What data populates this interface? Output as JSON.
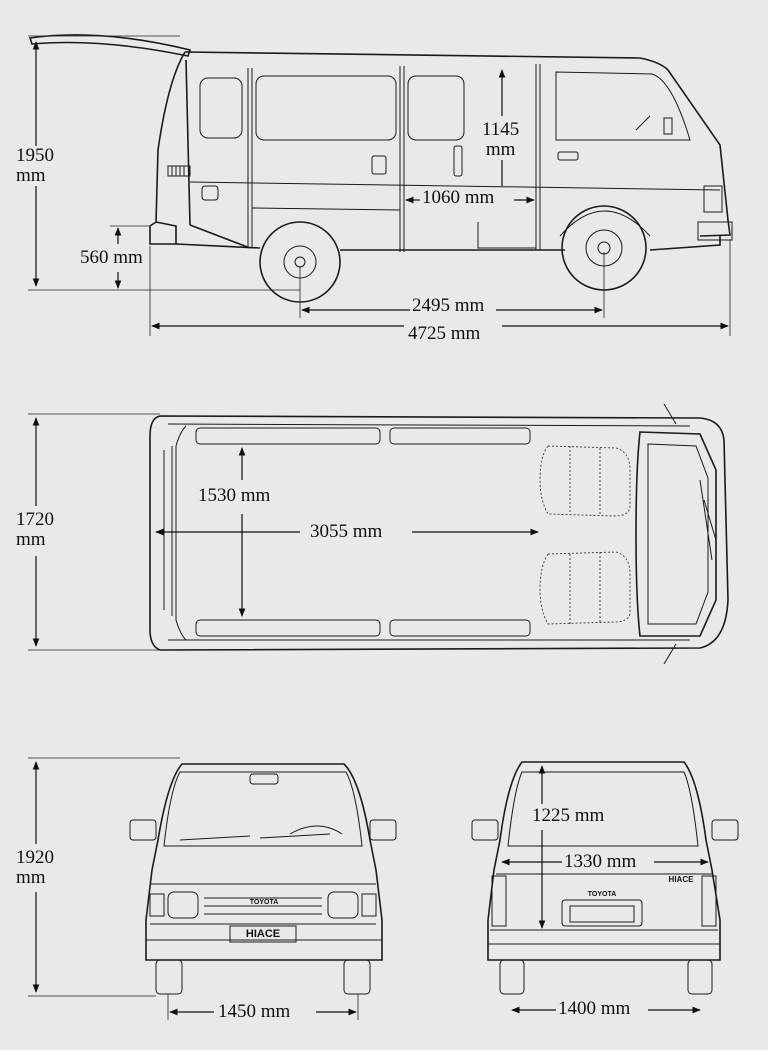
{
  "side_view": {
    "height_label": "1950\nmm",
    "ground_clearance_label": "560 mm",
    "interior_height_label": "1145\nmm",
    "door_width_label": "1060 mm",
    "wheelbase_label": "2495 mm",
    "length_label": "4725 mm"
  },
  "top_view": {
    "width_label": "1720\nmm",
    "interior_width_label": "1530 mm",
    "interior_length_label": "3055 mm"
  },
  "front_view": {
    "height_label": "1920\nmm",
    "track_label": "1450 mm",
    "badge_brand": "TOYOTA",
    "badge_model": "HIACE"
  },
  "rear_view": {
    "opening_height_label": "1225 mm",
    "opening_width_label": "1330 mm",
    "track_label": "1400 mm",
    "badge_brand": "TOYOTA",
    "badge_model": "HIACE"
  }
}
